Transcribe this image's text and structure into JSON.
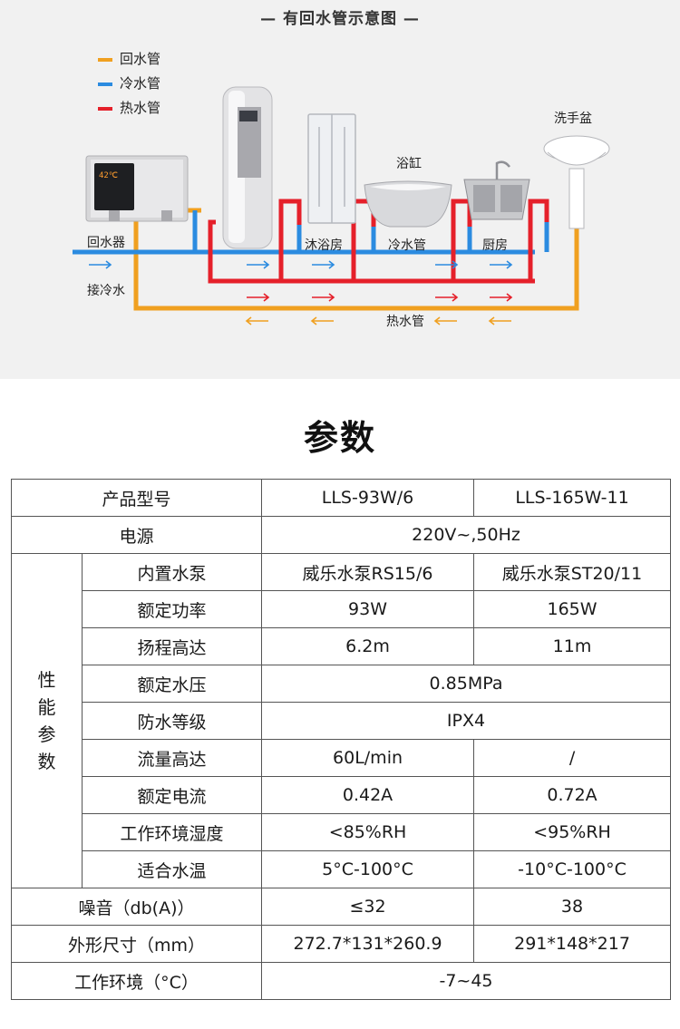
{
  "diagram": {
    "title": "— 有回水管示意图 —",
    "legend": [
      {
        "label": "回水管",
        "color": "#f0a020"
      },
      {
        "label": "冷水管",
        "color": "#2b8be0"
      },
      {
        "label": "热水管",
        "color": "#e5202a"
      }
    ],
    "labels": {
      "return_unit": "回水器",
      "cold_inlet": "接冷水",
      "shower_room": "沐浴房",
      "cold_pipe": "冷水管",
      "kitchen": "厨房",
      "hot_pipe": "热水管",
      "bathtub": "浴缸",
      "washbasin": "洗手盆"
    },
    "device_display": "42℃"
  },
  "params": {
    "title": "参数",
    "header": {
      "label": "产品型号",
      "col1": "LLS-93W/6",
      "col2": "LLS-165W-11"
    },
    "power": {
      "label": "电源",
      "value": "220V~,50Hz"
    },
    "group_label": "性\n能\n参\n数",
    "perf_rows": [
      {
        "label": "内置水泵",
        "v1": "威乐水泵RS15/6",
        "v2": "威乐水泵ST20/11"
      },
      {
        "label": "额定功率",
        "v1": "93W",
        "v2": "165W"
      },
      {
        "label": "扬程高达",
        "v1": "6.2m",
        "v2": "11m"
      },
      {
        "label": "额定水压",
        "merged": "0.85MPa"
      },
      {
        "label": "防水等级",
        "merged": "IPX4"
      },
      {
        "label": "流量高达",
        "v1": "60L/min",
        "v2": "/"
      },
      {
        "label": "额定电流",
        "v1": "0.42A",
        "v2": "0.72A"
      },
      {
        "label": "工作环境湿度",
        "v1": "<85%RH",
        "v2": "<95%RH"
      },
      {
        "label": "适合水温",
        "v1": "5°C-100°C",
        "v2": "-10°C-100°C"
      }
    ],
    "noise": {
      "label": "噪音（db(A)）",
      "v1": "≤32",
      "v2": "38"
    },
    "size": {
      "label": "外形尺寸（mm）",
      "v1": "272.7*131*260.9",
      "v2": "291*148*217"
    },
    "env": {
      "label": "工作环境（°C）",
      "value": "-7~45"
    }
  }
}
